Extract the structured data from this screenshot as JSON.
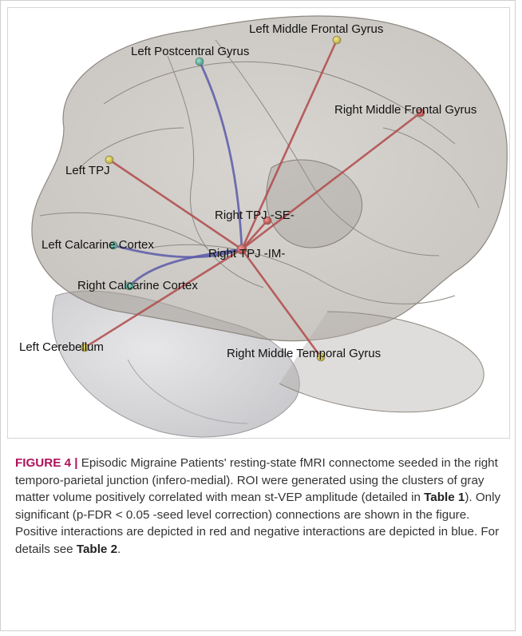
{
  "figure": {
    "rois": [
      {
        "id": "lmfg",
        "label": "Left Middle Frontal Gyrus"
      },
      {
        "id": "lpcg",
        "label": "Left Postcentral Gyrus"
      },
      {
        "id": "rmfg",
        "label": "Right Middle Frontal Gyrus"
      },
      {
        "id": "ltpj",
        "label": "Left TPJ"
      },
      {
        "id": "rtpjse",
        "label": "Right TPJ -SE-"
      },
      {
        "id": "lcc",
        "label": "Left Calcarine Cortex"
      },
      {
        "id": "rtpjim",
        "label": "Right TPJ -IM-"
      },
      {
        "id": "rcc",
        "label": "Right Calcarine Cortex"
      },
      {
        "id": "lcb",
        "label": "Left Cerebellum"
      },
      {
        "id": "rmtg",
        "label": "Right Middle Temporal Gyrus"
      }
    ],
    "connections": [
      {
        "to": "lmfg",
        "sign": "positive"
      },
      {
        "to": "lpcg",
        "sign": "negative"
      },
      {
        "to": "rmfg",
        "sign": "positive"
      },
      {
        "to": "ltpj",
        "sign": "positive"
      },
      {
        "to": "rtpjse",
        "sign": "positive"
      },
      {
        "to": "lcc",
        "sign": "negative"
      },
      {
        "to": "rcc",
        "sign": "negative"
      },
      {
        "to": "lcb",
        "sign": "positive"
      },
      {
        "to": "rmtg",
        "sign": "positive"
      }
    ],
    "colors": {
      "positive": "#b04a4a",
      "negative": "#5a5aa8",
      "brain": "#a8a39c"
    }
  },
  "caption": {
    "label": "FIGURE 4 |",
    "text_1": " Episodic Migraine Patients' resting-state fMRI connectome seeded in the right temporo-parietal junction (infero-medial). ROI were generated using the clusters of gray matter volume positively correlated with mean st-VEP amplitude (detailed in ",
    "table1": "Table 1",
    "text_2": "). Only significant (p-FDR < 0.05 -seed level correction) connections are shown in the figure. Positive interactions are depicted in red and negative interactions are depicted in blue. For details see ",
    "table2": "Table 2",
    "text_3": "."
  }
}
